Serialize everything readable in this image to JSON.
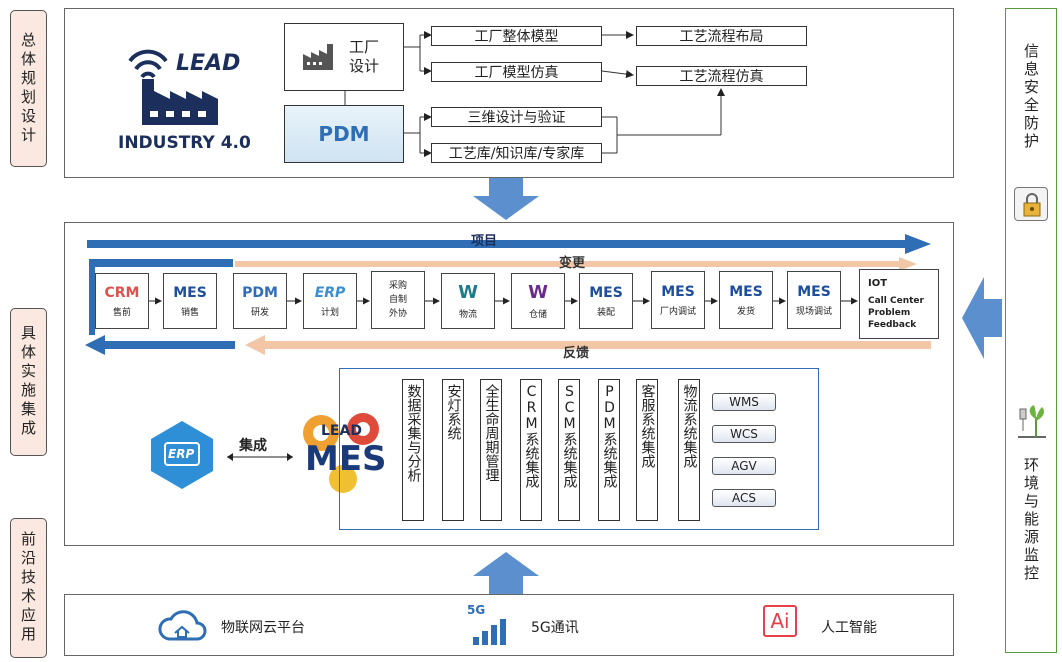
{
  "left_labels": [
    "总体规划设计",
    "具体实施集成",
    "前沿技术应用"
  ],
  "right_panel": {
    "top_label": "信息安全防护",
    "bottom_label": "环境与能源监控"
  },
  "top": {
    "logo_lead": "LEAD",
    "logo_industry": "INDUSTRY 4.0",
    "factory_design": "工厂设计",
    "pdm": "PDM",
    "boxes": [
      "工厂整体模型",
      "工厂模型仿真",
      "三维设计与验证",
      "工艺库/知识库/专家库",
      "工艺流程布局",
      "工艺流程仿真"
    ]
  },
  "middle": {
    "project": "项目",
    "change": "变更",
    "feedback": "反馈",
    "modules": [
      {
        "title": "CRM",
        "sub": "售前"
      },
      {
        "title": "MES",
        "sub": "销售"
      },
      {
        "title": "PDM",
        "sub": "研发"
      },
      {
        "title": "ERP",
        "sub": "计划"
      },
      {
        "title": "采购 自制 外协",
        "sub": ""
      },
      {
        "title": "W",
        "sub": "物流"
      },
      {
        "title": "W",
        "sub": "仓储"
      },
      {
        "title": "MES",
        "sub": "装配"
      },
      {
        "title": "MES",
        "sub": "厂内调试"
      },
      {
        "title": "MES",
        "sub": "发货"
      },
      {
        "title": "MES",
        "sub": "现场调试"
      },
      {
        "title": "IOT",
        "sub": "Call Center Problem Feedback"
      }
    ],
    "erp": "ERP",
    "integration": "集成",
    "mes_lead": "LEAD",
    "mes": "MES",
    "systems": [
      "数据采集与分析",
      "安灯系统",
      "全生命周期管理",
      "CRM系统集成",
      "SCM系统集成",
      "PDM系统集成",
      "客服系统集成",
      "物流系统集成"
    ],
    "tags": [
      "WMS",
      "WCS",
      "AGV",
      "ACS"
    ]
  },
  "bottom": {
    "items": [
      "物联网云平台",
      "5G通讯",
      "人工智能"
    ],
    "badge_5g": "5G",
    "badge_ai": "Ai"
  },
  "colors": {
    "blue": "#2f6eb5",
    "orange": "#f2c7a8",
    "side_bg": "#fbe9e1"
  }
}
